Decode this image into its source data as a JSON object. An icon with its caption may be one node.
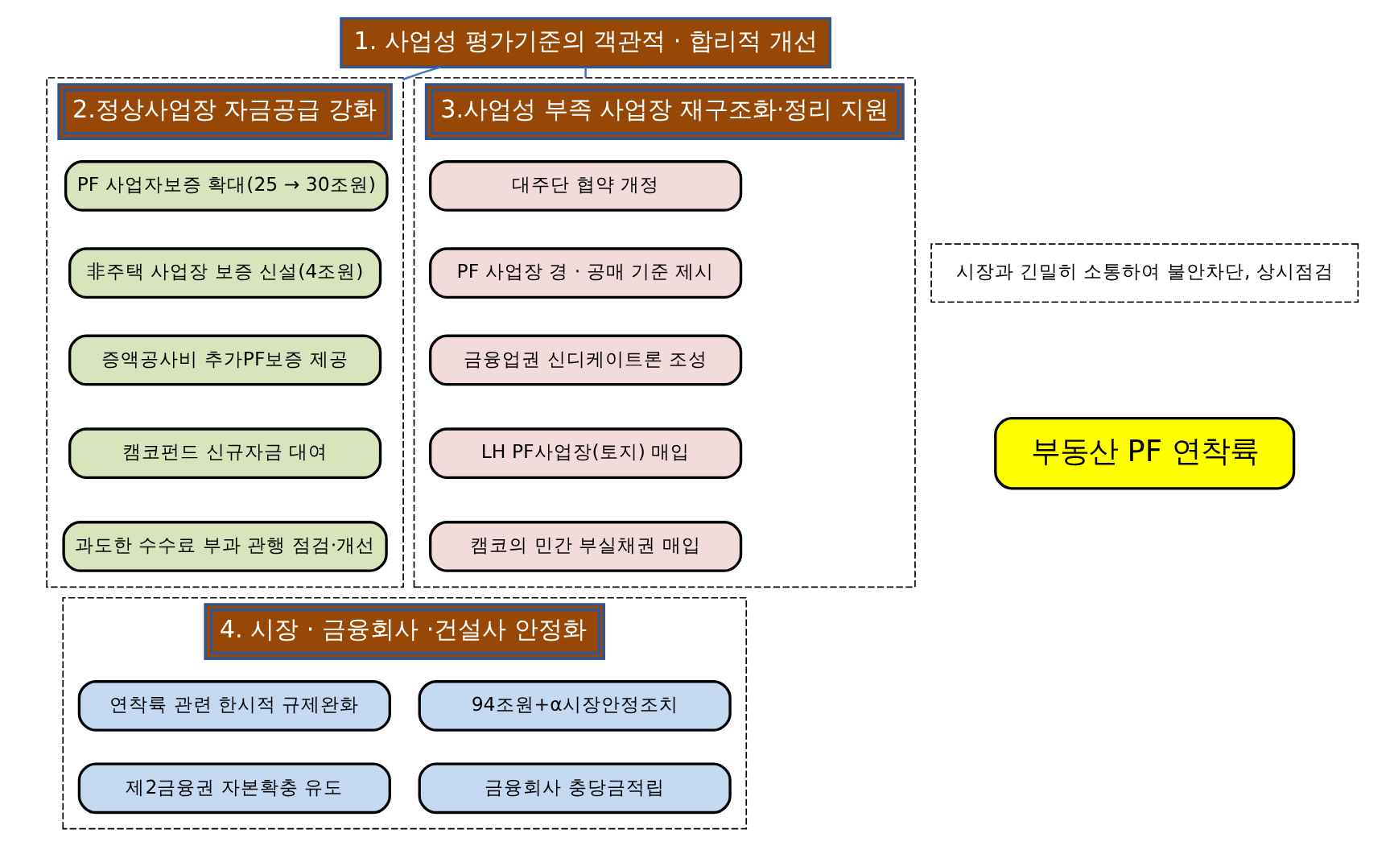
{
  "diagram": {
    "nodes": [
      {
        "text": [
          "1. 사업성 평가기준의 객관적 · 합리적 개선"
        ]
      },
      {
        "text": [
          "2.정상사업장 자금공급 강화"
        ]
      },
      {
        "text": [
          "PF 사업자보증 확대(25 → 30조원)"
        ],
        "in": 1
      },
      {
        "text": [
          "非주택 사업장 보증 신설(4조원)"
        ],
        "in": 1
      },
      {
        "text": [
          "증액공사비 추가PF보증 제공"
        ],
        "in": 1
      },
      {
        "text": [
          "캠코펀드 신규자금 대여"
        ],
        "in": 1
      },
      {
        "text": [
          "과도한 수수료 부과 관행 점검·개선"
        ],
        "in": 1
      },
      {
        "text": [
          "시장과 긴밀히 소통하여 불안차단, 상시점검"
        ]
      },
      {
        "text": [
          "부동산 PF 연착륙"
        ]
      },
      {
        "text": [
          "3.사업성 부족 사업장 재구조화·정리 지원"
        ]
      },
      {
        "text": [
          "대주단 협약 개정"
        ],
        "in": 9
      },
      {
        "text": [
          "PF 사업장 경 · 공매 기준 제시"
        ],
        "in": 9
      },
      {
        "text": [
          "금융업권 신디케이트론 조성"
        ],
        "in": 9
      },
      {
        "text": [
          "LH PF사업장(토지) 매입"
        ],
        "in": 9
      },
      {
        "text": [
          "캠코의 민간 부실채권 매입"
        ],
        "in": 9
      },
      {
        "text": [
          "4. 시장 · 금융회사 ·건설사 안정화"
        ]
      },
      {
        "text": [
          "연착륙 관련 한시적 규제완화"
        ],
        "in": 15
      },
      {
        "text": [
          "94조원+α시장안정조치"
        ],
        "in": 15
      },
      {
        "text": [
          "제2금융권 자본확충 유도"
        ],
        "in": 15
      },
      {
        "text": [
          "금융회사 충당금적립"
        ],
        "in": 15
      }
    ],
    "edges": [
      {
        "from": 0,
        "to": 1,
        "arrow": "none"
      },
      {
        "from": 0,
        "to": 9,
        "arrow": "none"
      }
    ]
  }
}
